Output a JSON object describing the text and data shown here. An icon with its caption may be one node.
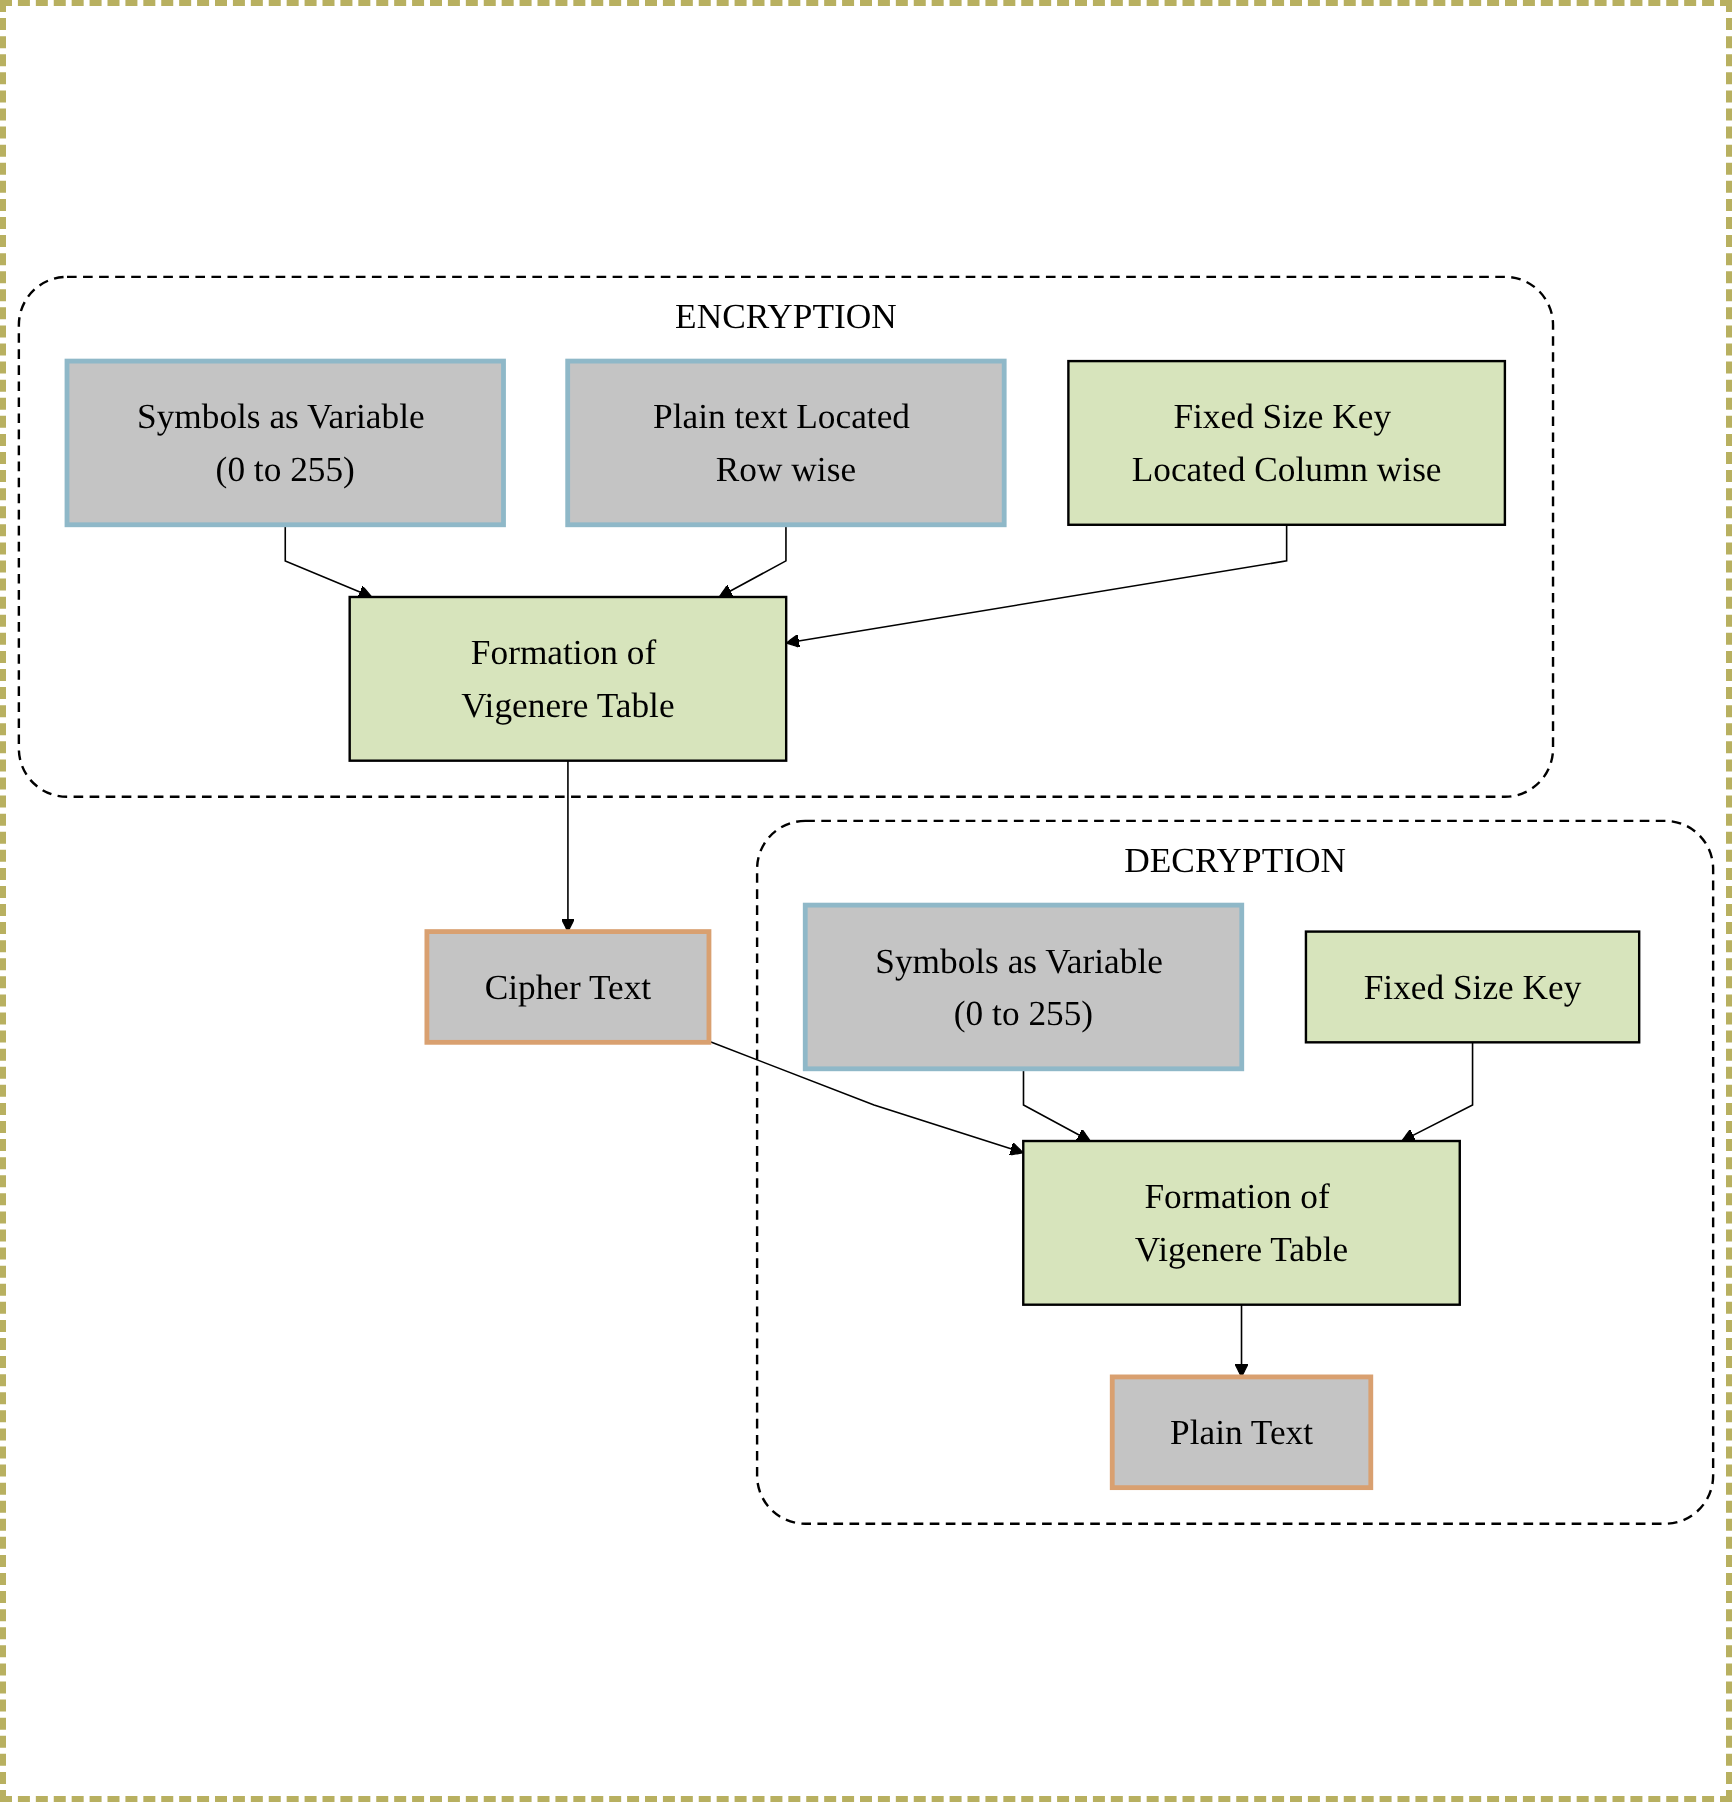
{
  "diagram": {
    "nodes": [
      {
        "text": [
          "ENCRYPTION"
        ]
      },
      {
        "text": [
          "Symbols as Variable (0 to 255)"
        ],
        "in": 0
      },
      {
        "text": [
          "Plain text Located Row wise"
        ],
        "in": 0
      },
      {
        "text": [
          "Formation of Vigenere Table"
        ],
        "in": 0
      },
      {
        "text": [
          "Fixed Size Key Located Column wise"
        ],
        "in": 0
      },
      {
        "text": [
          "Cipher Text"
        ]
      },
      {
        "text": [
          "DECRYPTION"
        ]
      },
      {
        "text": [
          "Symbols as Variable (0 to 255)"
        ],
        "in": 6
      },
      {
        "text": [
          "Formation of Vigenere Table"
        ],
        "in": 6
      },
      {
        "text": [
          "Fixed Size Key"
        ],
        "in": 6
      },
      {
        "text": [
          "Plain Text"
        ],
        "in": 6
      }
    ],
    "edges": [
      {
        "from": 1,
        "to": 3,
        "arrow": "to"
      },
      {
        "from": 2,
        "to": 3,
        "arrow": "to"
      },
      {
        "from": 4,
        "to": 3,
        "arrow": "to"
      },
      {
        "from": 3,
        "to": 5,
        "arrow": "to"
      },
      {
        "from": 5,
        "to": 8,
        "arrow": "to"
      },
      {
        "from": 7,
        "to": 8,
        "arrow": "to"
      },
      {
        "from": 9,
        "to": 8,
        "arrow": "to"
      },
      {
        "from": 8,
        "to": 10,
        "arrow": "to"
      }
    ]
  }
}
